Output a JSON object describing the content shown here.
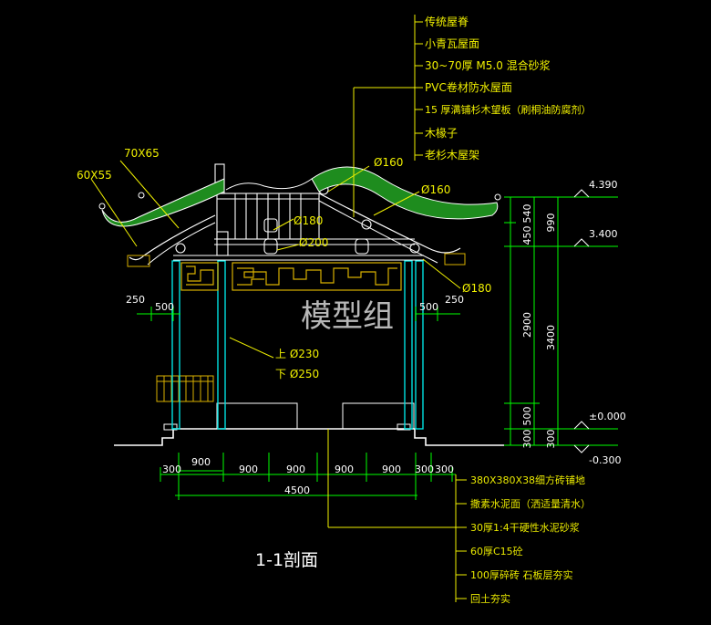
{
  "title": "1-1剖面",
  "watermark": "模型组",
  "roof_notes": [
    "传统屋脊",
    "小青瓦屋面",
    "30~70厚 M5.0 混合砂浆",
    "PVC卷材防水屋面",
    "15 厚满铺杉木望板（刷桐油防腐剂）",
    "木椽子",
    "老杉木屋架"
  ],
  "floor_notes": [
    "380X380X38细方砖铺地",
    "撒素水泥面（洒适量清水）",
    "30厚1:4干硬性水泥砂浆",
    "60厚C15砼",
    "100厚碎砖  石板层夯实",
    "回土夯实"
  ],
  "member_labels": {
    "rafter_70x65": "70X65",
    "rafter_60x55": "60X55",
    "purlin_160a": "Ø160",
    "purlin_160b": "Ø160",
    "beam_180": "Ø180",
    "beam_200": "Ø200",
    "eave_180": "Ø180",
    "column_top": "上 Ø230",
    "column_bottom": "下 Ø250"
  },
  "elevations": {
    "ridge": "4.390",
    "eave": "3.400",
    "floor": "±0.000",
    "ground": "-0.300"
  },
  "vertical_dims": {
    "d540": "540",
    "d450": "450",
    "d990": "990",
    "d2900": "2900",
    "d3400": "3400",
    "d500": "500",
    "d300a": "300",
    "d300b": "300"
  },
  "side_dims": {
    "left_250": "250",
    "left_500": "500",
    "right_500": "500",
    "right_250": "250"
  },
  "horizontal_dims": {
    "top_left_900": "900",
    "segments": [
      "300",
      "900",
      "900",
      "900",
      "900",
      "300",
      "300"
    ],
    "total": "4500"
  },
  "colors": {
    "background": "#000000",
    "outline": "#ffffff",
    "text": "#f0f000",
    "dimension": "#00ff00",
    "structure": "#00e0e0",
    "roof_fill": "#1e8c1e",
    "lattice": "#d8b000",
    "leader": "#f0f000"
  }
}
